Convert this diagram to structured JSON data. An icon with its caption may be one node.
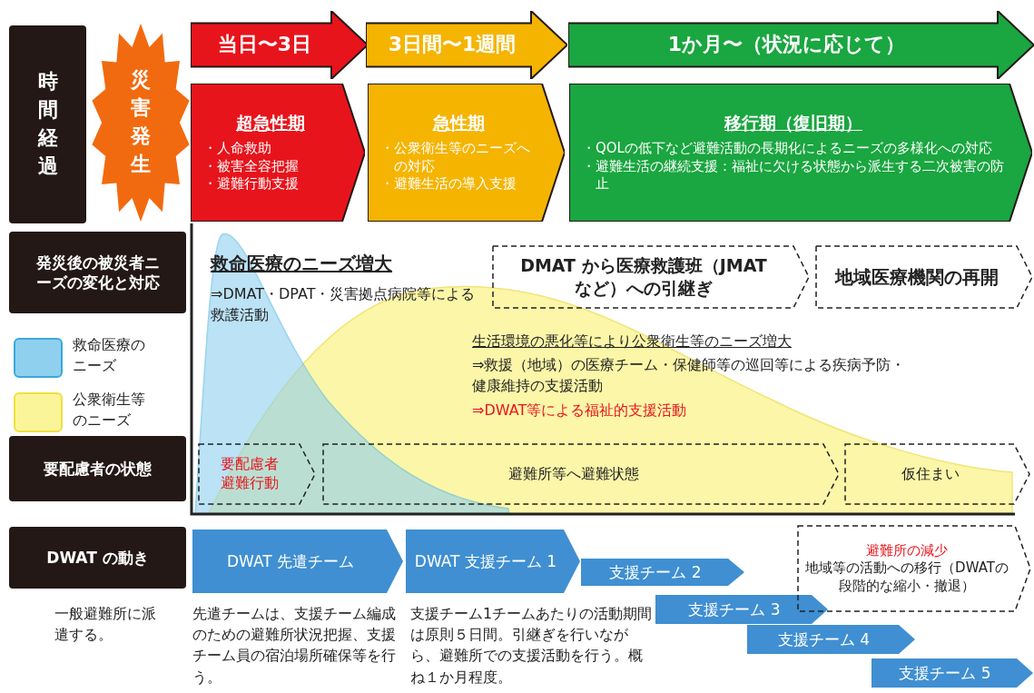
{
  "diagram": {
    "nodes": [
      {
        "text": [
          "時間経過"
        ]
      },
      {
        "text": [
          "災害発生"
        ]
      },
      {
        "text": [
          "当日〜3日"
        ]
      },
      {
        "text": [
          "3日間〜1週間"
        ]
      },
      {
        "text": [
          "1か月〜（状況に応じて）"
        ]
      },
      {
        "text": [
          "超急性期",
          "・人命救助",
          "・被害全容把握",
          "・避難行動支援"
        ]
      },
      {
        "text": [
          "急性期",
          "・公衆衛生等のニーズへの対応",
          "・避難生活の導入支援"
        ]
      },
      {
        "text": [
          "移行期（復旧期）",
          "・QOLの低下など避難活動の長期化によるニーズの多様化への対応",
          "・避難生活の継続支援：福祉に欠ける状態から派生する二次被害の防止"
        ]
      },
      {
        "text": [
          "発災後の被災者ニーズの変化と対応"
        ]
      },
      {
        "text": [
          "DMAT から医療救護班（JMAT など）への引継ぎ"
        ]
      },
      {
        "text": [
          "地域医療機関の再開"
        ]
      },
      {
        "text": [
          "要配慮者の状態"
        ]
      },
      {
        "text": [
          "要配慮者避難行動"
        ]
      },
      {
        "text": [
          "避難所等へ避難状態"
        ]
      },
      {
        "text": [
          "仮住まい"
        ]
      },
      {
        "text": [
          "DWAT の動き"
        ]
      },
      {
        "text": [
          "DWAT 先遣チーム"
        ]
      },
      {
        "text": [
          "DWAT 支援チーム 1"
        ]
      },
      {
        "text": [
          "支援チーム 2"
        ]
      },
      {
        "text": [
          "支援チーム 3"
        ]
      },
      {
        "text": [
          "支援チーム 4"
        ]
      },
      {
        "text": [
          "支援チーム 5"
        ]
      },
      {
        "text": [
          "避難所の減少",
          "地域等の活動への移行（DWATの段階的な縮小・撤退）"
        ]
      }
    ],
    "edges": [],
    "labels": [
      "救命医療のニーズ増大",
      "⇒DMAT・DPAT・災害拠点病院等による救護活動",
      "生活環境の悪化等により公衆衛生等のニーズ増大",
      "⇒救援（地域）の医療チーム・保健師等の巡回等による疾病予防・健康維持の支援活動",
      "⇒DWAT等による福祉的支援活動",
      "一般避難所に派遣する。",
      "先遣チームは、支援チーム編成のための避難所状況把握、支援チーム員の宿泊場所確保等を行う。",
      "支援チーム1チームあたりの活動期間は原則５日間。引継ぎを行いながら、避難所での支援活動を行う。概ね１か月程度。"
    ],
    "legend": [
      {
        "text": "救命医療のニーズ",
        "color": "#8fd0ef"
      },
      {
        "text": "公衆衛生等のニーズ",
        "color": "#fbf59a"
      }
    ]
  }
}
